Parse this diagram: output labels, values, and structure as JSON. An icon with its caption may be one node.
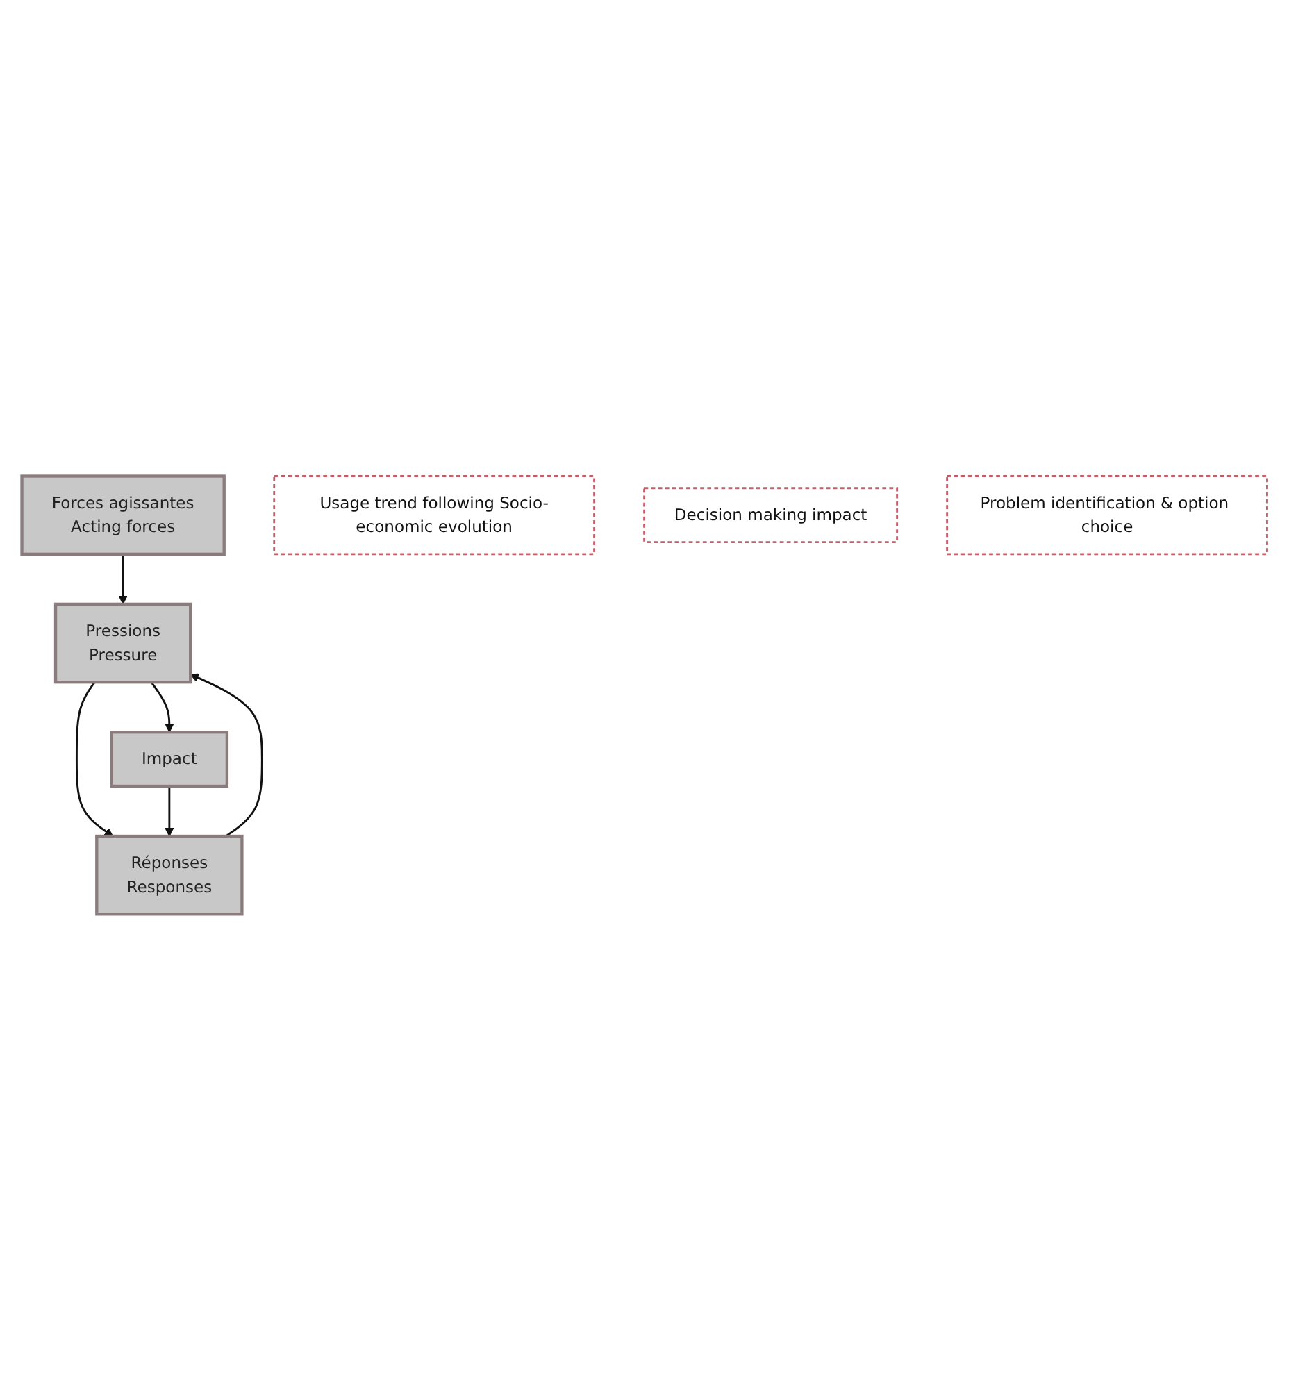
{
  "diagram": {
    "nodes": [
      {
        "text": [
          "Forces agissantes",
          "Acting forces"
        ]
      },
      {
        "text": [
          "Usage trend following Socio-economic evolution"
        ]
      },
      {
        "text": [
          "Pressions",
          "Pressure"
        ]
      },
      {
        "text": [
          "Impact"
        ]
      },
      {
        "text": [
          "Réponses",
          "Responses"
        ]
      },
      {
        "text": [
          "Decision making impact"
        ]
      },
      {
        "text": [
          "Problem identification & option choice"
        ]
      }
    ],
    "edges": [
      {
        "from": 0,
        "to": 2,
        "arrow": "to"
      },
      {
        "from": 2,
        "to": 3,
        "arrow": "to"
      },
      {
        "from": 2,
        "to": 4,
        "arrow": "to"
      },
      {
        "from": 3,
        "to": 4,
        "arrow": "to"
      },
      {
        "from": 4,
        "to": 2,
        "arrow": "to"
      }
    ]
  }
}
